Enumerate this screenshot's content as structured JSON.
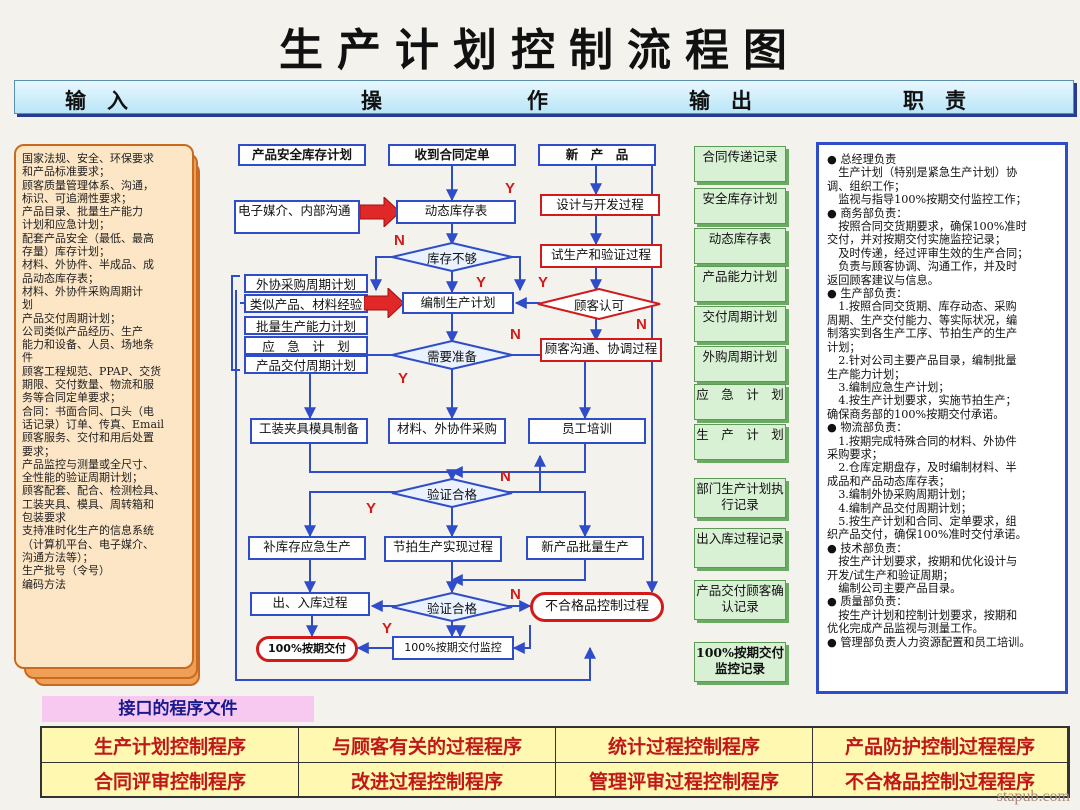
{
  "title": "生产计划控制流程图",
  "header": {
    "input": "输　入",
    "operation_1": "操",
    "operation_2": "作",
    "output": "输　出",
    "responsibility": "职　责"
  },
  "inputs": [
    "国家法规、安全、环保要求",
    "和产品标准要求；",
    "顾客质量管理体系、沟通，",
    "标识、可追溯性要求；",
    "产品目录、批量生产能力",
    "计划和应急计划；",
    "配套产品安全（最低、最高",
    "存量）库存计划；",
    "材料、外协件、半成品、成",
    "品动态库存表；",
    "材料、外协件采购周期计",
    "划",
    "产品交付周期计划；",
    "公司类似产品经历、生产",
    "能力和设备、人员、场地条",
    "件",
    "顾客工程规范、PPAP、交货",
    "期限、交付数量、物流和服",
    "务等合同定单要求；",
    "合同：书面合同、口头（电",
    "话记录）订单、传真、Email",
    "顾客服务、交付和用后处置",
    "要求；",
    "产品监控与测量或全尺寸、",
    "全性能的验证周期计划；",
    "顾客配套、配合、检测检具、",
    "工装夹具、模具、周转箱和",
    "包装要求",
    "支持准时化生产的信息系统",
    "（计算机平台、电子媒介、",
    "沟通方法等）；",
    "生产批号（令号）",
    "编码方法"
  ],
  "flow": {
    "safety_stock_plan": "产品安全库存计划",
    "receive_order": "收到合同定单",
    "new_product": "新　产　品",
    "electronic_media": "电子媒介、内部沟通",
    "dynamic_stock_table": "动态库存表",
    "design_dev": "设计与开发过程",
    "stock_insufficient": "库存不够",
    "trial_production": "试生产和验证过程",
    "outsource_cycle": "外协采购周期计划",
    "similar_products": "类似产品、材料经验",
    "batch_capacity": "批量生产能力计划",
    "emergency_plan": "应　急　计　划",
    "delivery_cycle": "产品交付周期计划",
    "make_production_plan": "编制生产计划",
    "customer_approval": "顾客认可",
    "need_preparation": "需要准备",
    "customer_communication": "顾客沟通、协调过程",
    "tooling": "工装夹具模具制备",
    "materials_purchase": "材料、外协件采购",
    "staff_training": "员工培训",
    "verify_ok_1": "验证合格",
    "replenish_stock": "补库存应急生产",
    "takt_production": "节拍生产实现过程",
    "new_product_batch": "新产品批量生产",
    "warehouse_in_out": "出、入库过程",
    "verify_ok_2": "验证合格",
    "nonconforming": "不合格品控制过程",
    "on_time_delivery": "100%按期交付",
    "delivery_monitoring": "100%按期交付监控"
  },
  "flow_marks": {
    "y": "Y",
    "n": "N"
  },
  "outputs": [
    "合同传递记录",
    "安全库存计划",
    "动态库存表",
    "产品能力计划",
    "交付周期计划",
    "外购周期计划",
    "应　急　计　划",
    "生　产　计　划",
    "部门生产计划执行记录",
    "出入库过程记录",
    "产品交付顾客确认记录",
    "100%按期交付监控记录"
  ],
  "responsibilities": [
    "● 总经理负责",
    "　生产计划（特别是紧急生产计划）协",
    "调、组织工作；",
    "　监视与指导100%按期交付监控工作；",
    "● 商务部负责：",
    "　按照合同交货期要求，确保100%准时",
    "交付，并对按期交付实施监控记录；",
    "　及时传递，经过评审生效的生产合同；",
    "　负责与顾客协调、沟通工作，并及时",
    "返回顾客建议与信息。",
    "● 生产部负责：",
    "　1.按照合同交货期、库存动态、采购",
    "周期、生产交付能力、等实际状况，编",
    "制落实到各生产工序、节拍生产的生产",
    "计划；",
    "　2.针对公司主要产品目录，编制批量",
    "生产能力计划；",
    "　3.编制应急生产计划；",
    "　4.按生产计划要求，实施节拍生产；",
    "确保商务部的100%按期交付承诺。",
    "● 物流部负责：",
    "　1.按期完成特殊合同的材料、外协件",
    "采购要求；",
    "　2.仓库定期盘存，及时编制材料、半",
    "成品和产品动态库存表；",
    "　3.编制外协采购周期计划；",
    "　4.编制产品交付周期计划；",
    "　5.按生产计划和合同、定单要求，组",
    "织产品交付，确保100%准时交付承诺。",
    "● 技术部负责：",
    "　按生产计划要求，按期和优化设计与",
    "开发/试生产和验证周期；",
    "　编制公司主要产品目录。",
    "● 质量部负责：",
    "　按生产计划和控制计划要求，按期和",
    "优化完成产品监视与测量工作。",
    "● 管理部负责人力资源配置和员工培训。"
  ],
  "interface": {
    "title": "接口的程序文件",
    "procedures": [
      "生产计划控制程序",
      "与顾客有关的过程程序",
      "统计过程控制程序",
      "产品防护控制过程程序",
      "合同评审控制程序",
      "改进过程控制程序",
      "管理评审过程控制程序",
      "不合格品控制过程程序"
    ]
  },
  "watermark": "stapub.com",
  "colors": {
    "flow_blue": "#2f4dc8",
    "flow_red": "#d11b1b",
    "input_orange": "#f0a056",
    "output_green": "#d8f0d4",
    "procedure_red": "#c01818",
    "procedure_bg": "#fff8b0",
    "interface_pink": "#f7c8f0"
  }
}
